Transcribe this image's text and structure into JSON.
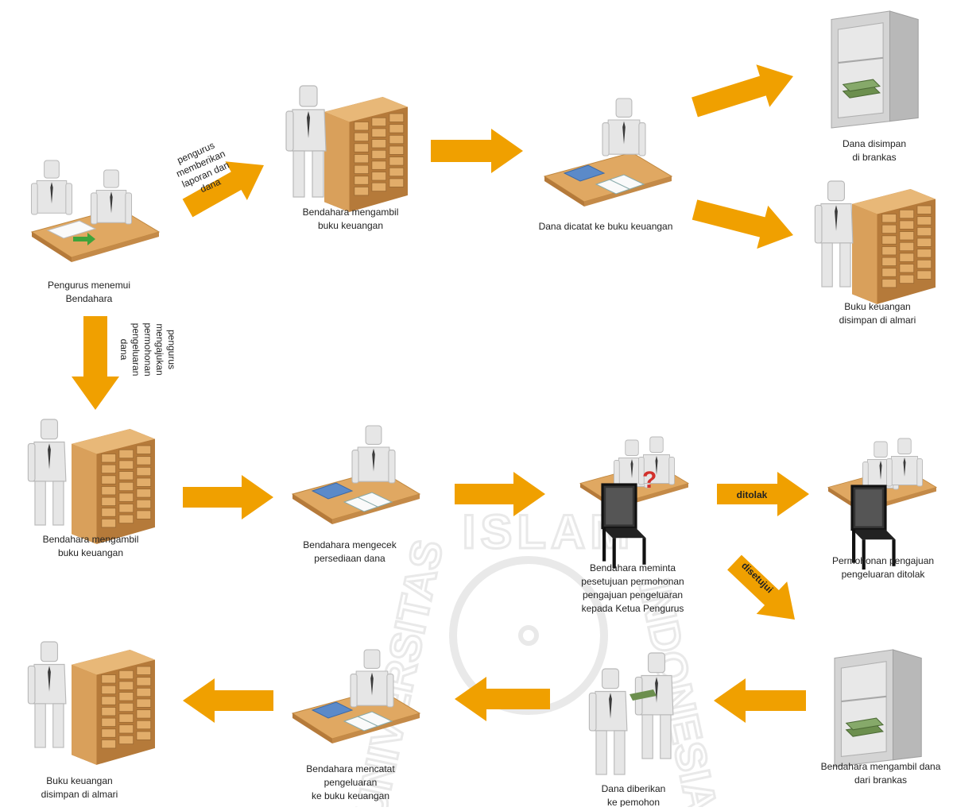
{
  "watermark": {
    "text_top": "ISLAM",
    "text_left": "UNIVERSITAS",
    "text_right": "INDONESIA"
  },
  "arrow_labels": {
    "give_report": [
      "pengurus",
      "memberikan",
      "laporan dan",
      "dana"
    ],
    "submit_request": [
      "pengurus",
      "mengajukan",
      "permohonan",
      "pengeluaran",
      "dana"
    ],
    "rejected": "ditolak",
    "approved": "disetujui"
  },
  "steps": {
    "meet_treasurer": [
      "Pengurus menemui",
      "Bendahara"
    ],
    "take_book_1": [
      "Bendahara mengambil",
      "buku keuangan"
    ],
    "record_funds": [
      "Dana dicatat ke buku keuangan"
    ],
    "store_safe": [
      "Dana disimpan",
      "di brankas"
    ],
    "store_cabinet_1": [
      "Buku keuangan",
      "disimpan di almari"
    ],
    "take_book_2": [
      "Bendahara mengambil",
      "buku keuangan"
    ],
    "check_funds": [
      "Bendahara mengecek",
      "persediaan dana"
    ],
    "ask_approval": [
      "Bendahara meminta",
      "pesetujuan permohonan",
      "pengajuan pengeluaran",
      "kepada Ketua Pengurus"
    ],
    "request_rejected": [
      "Permohonan pengajuan",
      "pengeluaran ditolak"
    ],
    "take_from_safe": [
      "Bendahara mengambil dana",
      "dari brankas"
    ],
    "give_funds": [
      "Dana diberikan",
      "ke pemohon"
    ],
    "record_expense": [
      "Bendahara mencatat",
      "pengeluaran",
      "ke buku keuangan"
    ],
    "store_cabinet_2": [
      "Buku keuangan",
      "disimpan di almari"
    ]
  },
  "colors": {
    "arrow": "#F0A000",
    "wood": "#D9A05B",
    "wood_dark": "#B57A3A",
    "figure": "#E6E6E6",
    "figure_line": "#B9B9B9",
    "safe": "#C9C9C9",
    "money": "#6C8F4E",
    "question": "#D2302C",
    "watermark": "#E9E9E9"
  }
}
